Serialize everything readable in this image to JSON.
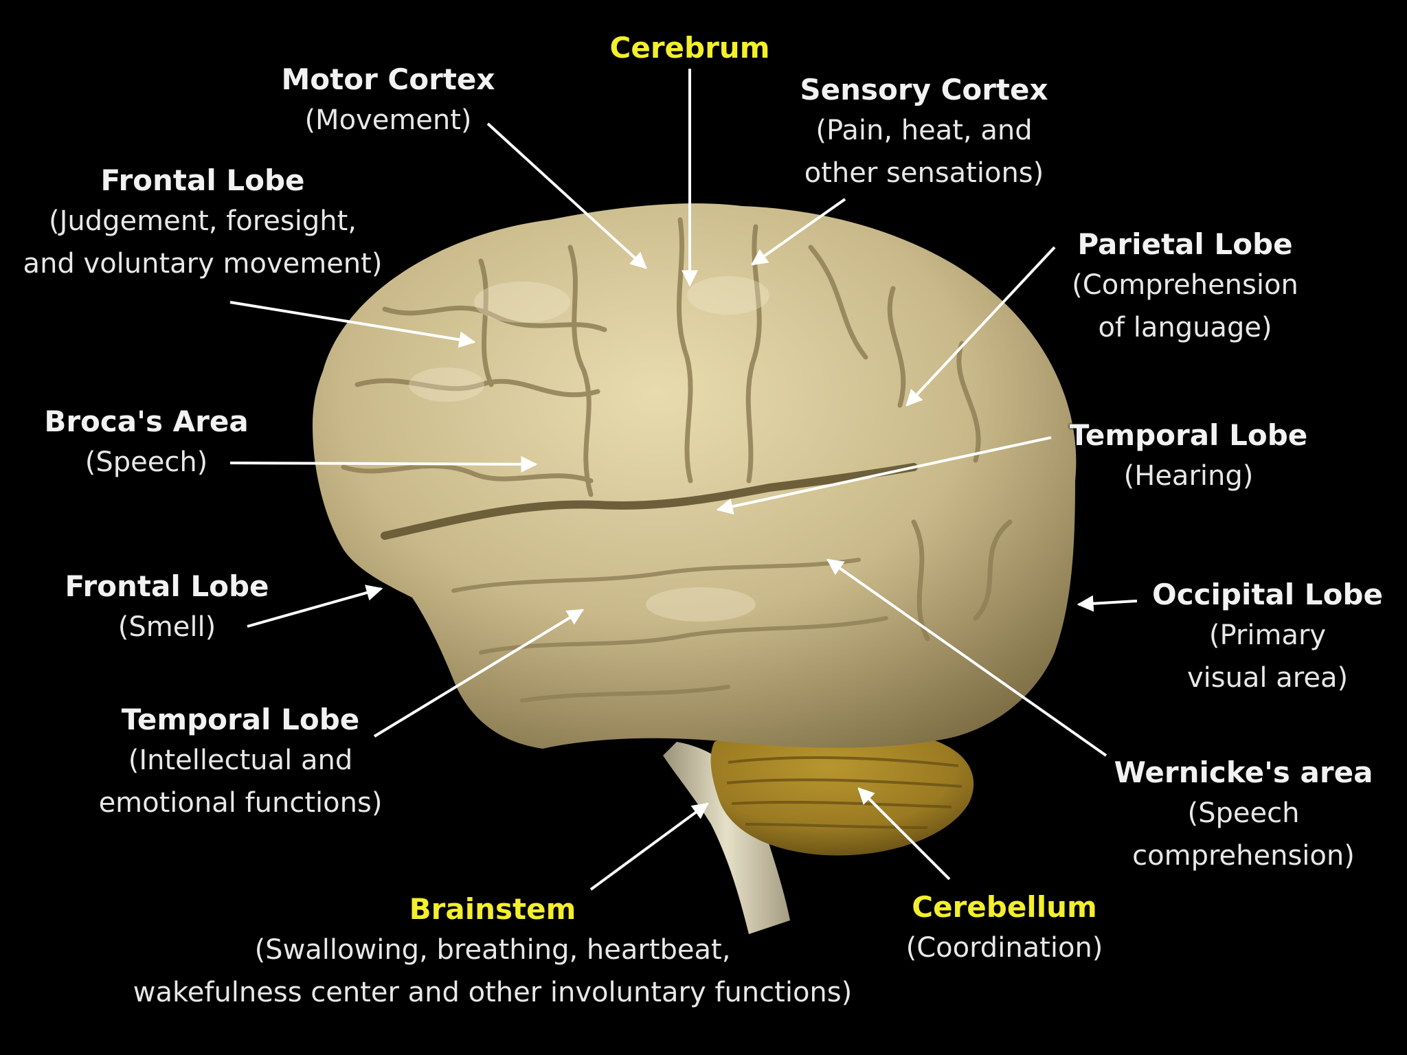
{
  "colors": {
    "background": "#000000",
    "label_text": "#f2f2f2",
    "key_label_text": "#f3ef2c",
    "brain_base": "#c9b98a",
    "cerebellum": "#9a7a22",
    "arrow": "#ffffff"
  },
  "labels": {
    "cerebrum": {
      "title": "Cerebrum",
      "desc": []
    },
    "motor_cortex": {
      "title": "Motor Cortex",
      "desc": [
        "(Movement)"
      ]
    },
    "sensory_cortex": {
      "title": "Sensory Cortex",
      "desc": [
        "(Pain, heat, and",
        "other sensations)"
      ]
    },
    "frontal_lobe_judgement": {
      "title": "Frontal Lobe",
      "desc": [
        "(Judgement, foresight,",
        "and voluntary movement)"
      ]
    },
    "parietal_lobe": {
      "title": "Parietal Lobe",
      "desc": [
        "(Comprehension",
        "of language)"
      ]
    },
    "brocas_area": {
      "title": "Broca's Area",
      "desc": [
        "(Speech)"
      ]
    },
    "temporal_lobe_hearing": {
      "title": "Temporal Lobe",
      "desc": [
        "(Hearing)"
      ]
    },
    "frontal_lobe_smell": {
      "title": "Frontal Lobe",
      "desc": [
        "(Smell)"
      ]
    },
    "occipital_lobe": {
      "title": "Occipital Lobe",
      "desc": [
        "(Primary",
        "visual area)"
      ]
    },
    "temporal_lobe_intellect": {
      "title": "Temporal Lobe",
      "desc": [
        "(Intellectual and",
        "emotional functions)"
      ]
    },
    "wernickes_area": {
      "title": "Wernicke's area",
      "desc": [
        "(Speech",
        "comprehension)"
      ]
    },
    "brainstem": {
      "title": "Brainstem",
      "desc": [
        "(Swallowing, breathing, heartbeat,",
        "wakefulness center and other involuntary functions)"
      ]
    },
    "cerebellum": {
      "title": "Cerebellum",
      "desc": [
        "(Coordination)"
      ]
    }
  }
}
